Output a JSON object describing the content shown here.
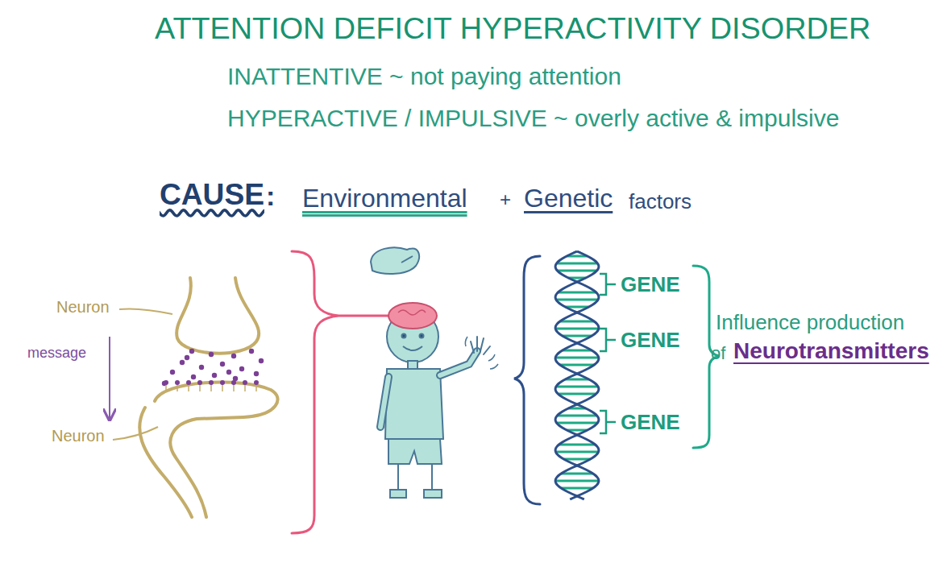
{
  "diagram": {
    "title": "ATTENTION DEFICIT HYPERACTIVITY DISORDER",
    "labels": [
      "INATTENTIVE ~ not paying attention",
      "HYPERACTIVE / IMPULSIVE ~ overly active & impulsive",
      "CAUSE",
      ":",
      "Environmental",
      "+",
      "Genetic",
      "factors",
      "Neuron",
      "message",
      "Neuron",
      "GENE",
      "GENE",
      "GENE",
      "Influence production",
      "of",
      "Neurotransmitters"
    ]
  }
}
